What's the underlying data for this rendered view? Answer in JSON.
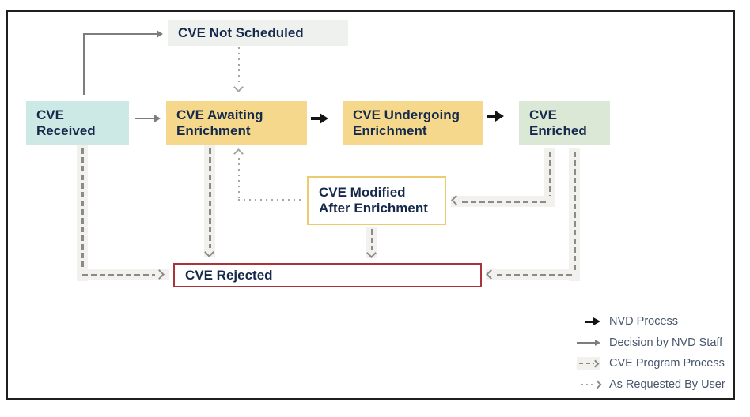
{
  "nodes": {
    "not_scheduled": {
      "lines": [
        "CVE Not Scheduled"
      ],
      "bg": "#eff1ef"
    },
    "received": {
      "lines": [
        "CVE",
        "Received"
      ],
      "bg": "#cde9e5"
    },
    "awaiting": {
      "lines": [
        "CVE Awaiting",
        "Enrichment"
      ],
      "bg": "#f5d88c"
    },
    "undergoing": {
      "lines": [
        "CVE Undergoing",
        "Enrichment"
      ],
      "bg": "#f5d88c"
    },
    "enriched": {
      "lines": [
        "CVE",
        "Enriched"
      ],
      "bg": "#dae8d5"
    },
    "modified": {
      "lines": [
        "CVE Modified",
        "After Enrichment"
      ],
      "bg": "#ffffff",
      "border": "#edca6e"
    },
    "rejected": {
      "lines": [
        "CVE Rejected"
      ],
      "bg": "#ffffff",
      "border": "#a93439"
    }
  },
  "legend": {
    "items": [
      {
        "id": "nvd-process",
        "label": "NVD Process",
        "arrow_style": "solid-black-arrow"
      },
      {
        "id": "decision-by-nvd-staff",
        "label": "Decision by NVD Staff",
        "arrow_style": "solid-gray-arrow"
      },
      {
        "id": "cve-program-process",
        "label": "CVE Program Process",
        "arrow_style": "dashed-gray-arrow"
      },
      {
        "id": "as-requested-by-user",
        "label": "As Requested By User",
        "arrow_style": "dotted-gray-arrow"
      }
    ]
  },
  "colors": {
    "node_text": "#15294b",
    "legend_text": "#46566c",
    "nvd_process_arrow": "#141414",
    "staff_decision_arrow": "#7d7d7d",
    "dashed_line": "#8a8a8a",
    "dotted_line": "#a5a5a5",
    "connector_track": "#f2f1ee",
    "frame_border": "#1f1f1f"
  }
}
